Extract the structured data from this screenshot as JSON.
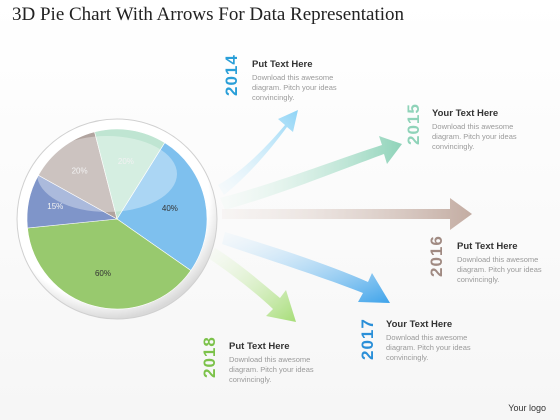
{
  "title": "3D Pie Chart With Arrows For Data Representation",
  "logo": "Your logo",
  "chart_data": {
    "type": "pie",
    "title": "",
    "slices": [
      {
        "label": "40%",
        "value": 40,
        "color": "#7ec0ee"
      },
      {
        "label": "60%",
        "value": 60,
        "color": "#98c96e"
      },
      {
        "label": "15%",
        "value": 15,
        "color": "#7f95c9"
      },
      {
        "label": "20%",
        "value": 20,
        "color": "#b1a49f"
      },
      {
        "label": "20%",
        "value": 20,
        "color": "#bfe5d2"
      }
    ]
  },
  "items": [
    {
      "year": "2014",
      "heading": "Put Text Here",
      "body": "Download this awesome diagram. Pitch your ideas convincingly.",
      "color": "#2a9fd8"
    },
    {
      "year": "2015",
      "heading": "Your Text Here",
      "body": "Download this awesome diagram. Pitch your ideas convincingly.",
      "color": "#8fd3b9"
    },
    {
      "year": "2016",
      "heading": "Put Text Here",
      "body": "Download this awesome diagram. Pitch your ideas convincingly.",
      "color": "#a08a82"
    },
    {
      "year": "2017",
      "heading": "Your Text Here",
      "body": "Download this awesome diagram. Pitch your ideas convincingly.",
      "color": "#2a8fd8"
    },
    {
      "year": "2018",
      "heading": "Put Text Here",
      "body": "Download this awesome diagram. Pitch your ideas convincingly.",
      "color": "#7cc24a"
    }
  ]
}
